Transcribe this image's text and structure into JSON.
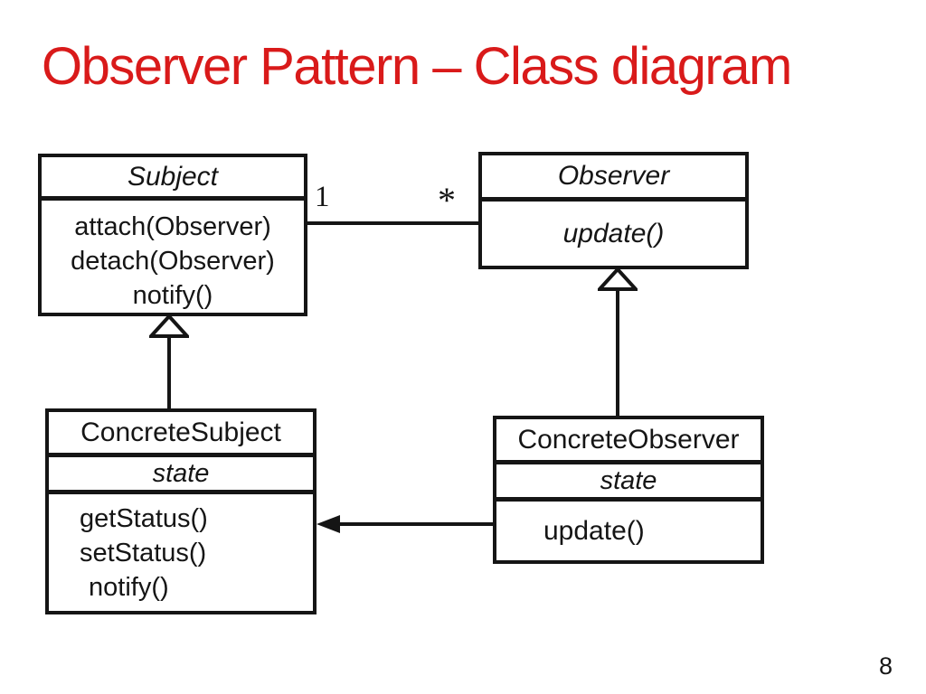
{
  "slide": {
    "title": "Observer Pattern – Class diagram",
    "title_color": "#d91a1a",
    "line_color": "#151515",
    "background_color": "#ffffff",
    "page_number": "8"
  },
  "diagram": {
    "subject": {
      "name": "Subject",
      "name_style": "italic",
      "methods": [
        "attach(Observer)",
        "detach(Observer)",
        "notify()"
      ]
    },
    "observer": {
      "name": "Observer",
      "name_style": "italic",
      "methods": [
        "update()"
      ]
    },
    "concrete_subject": {
      "name": "ConcreteSubject",
      "attributes": [
        "state"
      ],
      "methods": [
        "getStatus()",
        "setStatus()",
        "notify()"
      ]
    },
    "concrete_observer": {
      "name": "ConcreteObserver",
      "attributes": [
        "state"
      ],
      "methods": [
        "update()"
      ]
    },
    "association": {
      "subject_multiplicity": "1",
      "observer_multiplicity": "*"
    },
    "relationships": [
      "Subject 1 — * Observer (association)",
      "ConcreteSubject --|> Subject (generalization)",
      "ConcreteObserver --|> Observer (generalization)",
      "ConcreteObserver --> ConcreteSubject (directed association)"
    ]
  }
}
